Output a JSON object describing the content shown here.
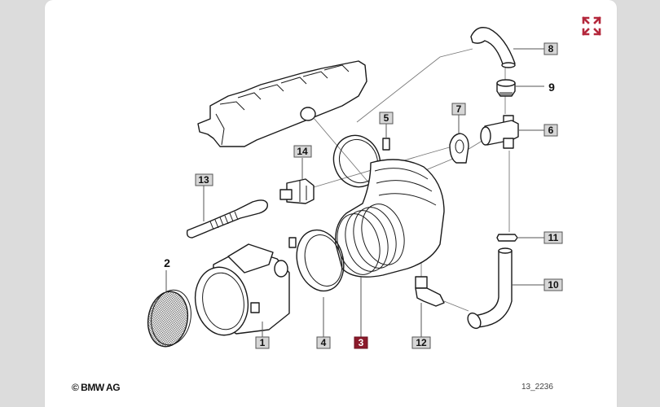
{
  "diagram": {
    "copyright": "© BMW AG",
    "figure_id": "13_2236",
    "accent_color": "#8b1a2b",
    "expand_icon": "expand-arrows-icon",
    "labels": {
      "p1": "1",
      "p2": "2",
      "p3": "3",
      "p4": "4",
      "p5": "5",
      "p6": "6",
      "p7": "7",
      "p8": "8",
      "p9": "9",
      "p10": "10",
      "p11": "11",
      "p12": "12",
      "p13": "13",
      "p14": "14"
    },
    "selected_part": "3"
  }
}
